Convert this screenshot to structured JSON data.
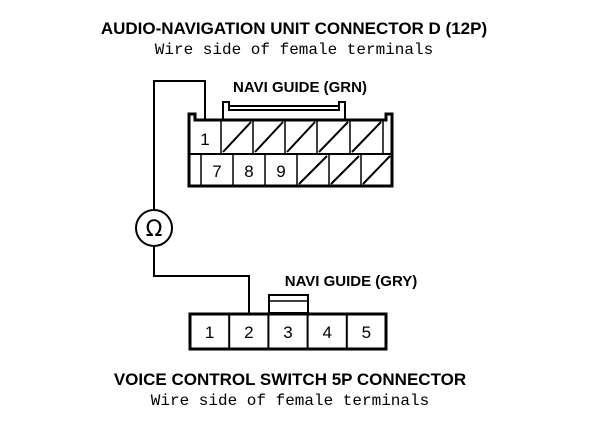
{
  "top_connector": {
    "title": "AUDIO-NAVIGATION UNIT CONNECTOR D (12P)",
    "subtitle": "Wire side of female terminals",
    "wire_label": "NAVI GUIDE (GRN)",
    "row1": [
      "1",
      "",
      "",
      "",
      "",
      "",
      ""
    ],
    "row1_hatched": [
      false,
      true,
      true,
      true,
      true,
      true,
      false
    ],
    "row2": [
      "",
      "7",
      "8",
      "9",
      "",
      "",
      ""
    ],
    "row2_hatched": [
      false,
      false,
      false,
      false,
      true,
      true,
      true
    ]
  },
  "bottom_connector": {
    "title": "VOICE CONTROL SWITCH 5P CONNECTOR",
    "subtitle": "Wire side of female terminals",
    "wire_label": "NAVI GUIDE (GRY)",
    "pins": [
      "1",
      "2",
      "3",
      "4",
      "5"
    ]
  },
  "meter": {
    "symbol": "Ω",
    "icon": "ohmmeter-icon"
  }
}
